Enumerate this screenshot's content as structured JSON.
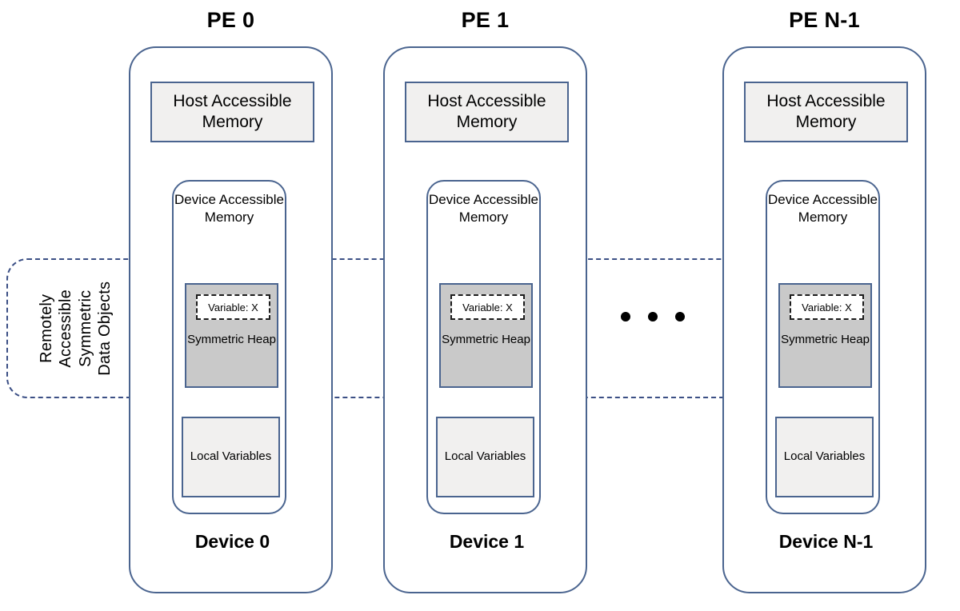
{
  "diagram": {
    "remote_region": {
      "label_lines": [
        "Remotely",
        "Accessible",
        "Symmetric",
        "Data Objects"
      ],
      "border_color": "#3b4f85"
    },
    "accent_color": "#4a648f",
    "heap_fill": "#c9c9c9",
    "box_fill": "#f1f0ef",
    "ellipsis": "•••",
    "pes": [
      {
        "title": "PE 0",
        "host_memory": "Host Accessible Memory",
        "device_memory": "Device Accessible Memory",
        "variable": "Variable: X",
        "symmetric_heap": "Symmetric Heap",
        "local_variables": "Local Variables",
        "device_label": "Device 0"
      },
      {
        "title": "PE 1",
        "host_memory": "Host Accessible Memory",
        "device_memory": "Device Accessible Memory",
        "variable": "Variable: X",
        "symmetric_heap": "Symmetric Heap",
        "local_variables": "Local Variables",
        "device_label": "Device 1"
      },
      {
        "title": "PE N-1",
        "host_memory": "Host Accessible Memory",
        "device_memory": "Device Accessible Memory",
        "variable": "Variable: X",
        "symmetric_heap": "Symmetric Heap",
        "local_variables": "Local Variables",
        "device_label": "Device N-1"
      }
    ]
  }
}
